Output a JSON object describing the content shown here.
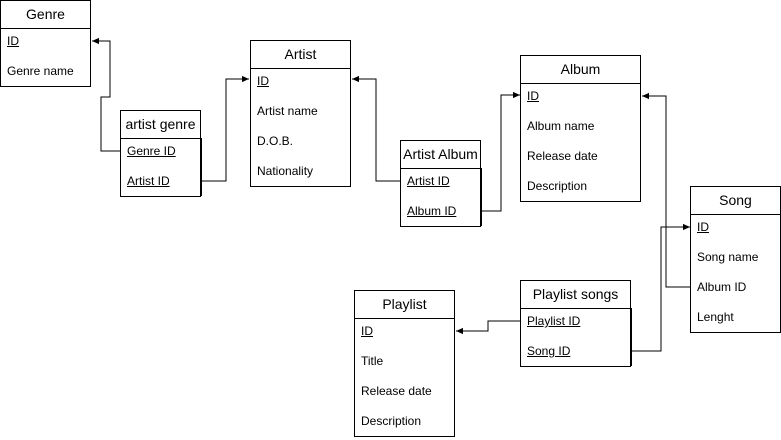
{
  "entities": {
    "genre": {
      "title": "Genre",
      "fields": [
        "ID",
        "Genre name"
      ]
    },
    "artist_genre": {
      "title": "artist genre",
      "fields": [
        "Genre ID",
        "Artist ID"
      ]
    },
    "artist": {
      "title": "Artist",
      "fields": [
        "ID",
        "Artist name",
        "D.O.B.",
        "Nationality"
      ]
    },
    "artist_album": {
      "title": "Artist Album",
      "fields": [
        "Artist ID",
        "Album ID"
      ]
    },
    "album": {
      "title": "Album",
      "fields": [
        "ID",
        "Album name",
        "Release date",
        "Description"
      ]
    },
    "song": {
      "title": "Song",
      "fields": [
        "ID",
        "Song name",
        "Album ID",
        "Lenght"
      ]
    },
    "playlist_songs": {
      "title": "Playlist songs",
      "fields": [
        "Playlist ID",
        "Song ID"
      ]
    },
    "playlist": {
      "title": "Playlist",
      "fields": [
        "ID",
        "Title",
        "Release date",
        "Description"
      ]
    }
  }
}
